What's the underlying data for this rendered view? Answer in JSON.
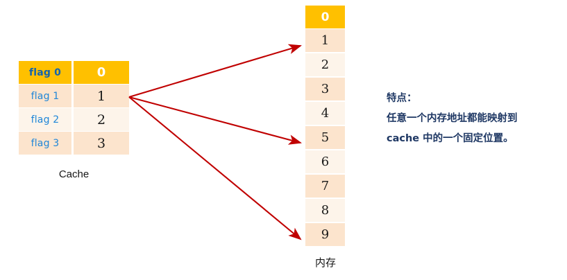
{
  "diagram": {
    "title_hidden": "",
    "colors": {
      "header_orange": "#FFC000",
      "row_peach_dark": "#FCE4CD",
      "row_peach_light": "#FDF4EA",
      "arrow_red": "#C00000",
      "flag_blue": "#1F86D8",
      "note_navy": "#1F3864"
    }
  },
  "cache": {
    "label": "Cache",
    "rows": [
      {
        "flag": "flag 0",
        "value": "0",
        "header": true
      },
      {
        "flag": "flag 1",
        "value": "1",
        "header": false
      },
      {
        "flag": "flag 2",
        "value": "2",
        "header": false
      },
      {
        "flag": "flag 3",
        "value": "3",
        "header": false
      }
    ]
  },
  "memory": {
    "label": "内存",
    "rows": [
      {
        "value": "0",
        "header": true
      },
      {
        "value": "1",
        "header": false
      },
      {
        "value": "2",
        "header": false
      },
      {
        "value": "3",
        "header": false
      },
      {
        "value": "4",
        "header": false
      },
      {
        "value": "5",
        "header": false
      },
      {
        "value": "6",
        "header": false
      },
      {
        "value": "7",
        "header": false
      },
      {
        "value": "8",
        "header": false
      },
      {
        "value": "9",
        "header": false
      }
    ]
  },
  "mapping_arrows": [
    {
      "from_cache_row": "flag 1",
      "to_memory_row": "1"
    },
    {
      "from_cache_row": "flag 1",
      "to_memory_row": "5"
    },
    {
      "from_cache_row": "flag 1",
      "to_memory_row": "9"
    }
  ],
  "note": {
    "line1": "特点：",
    "line2": "任意一个内存地址都能映射到",
    "line3": "cache 中的一个固定位置。"
  }
}
